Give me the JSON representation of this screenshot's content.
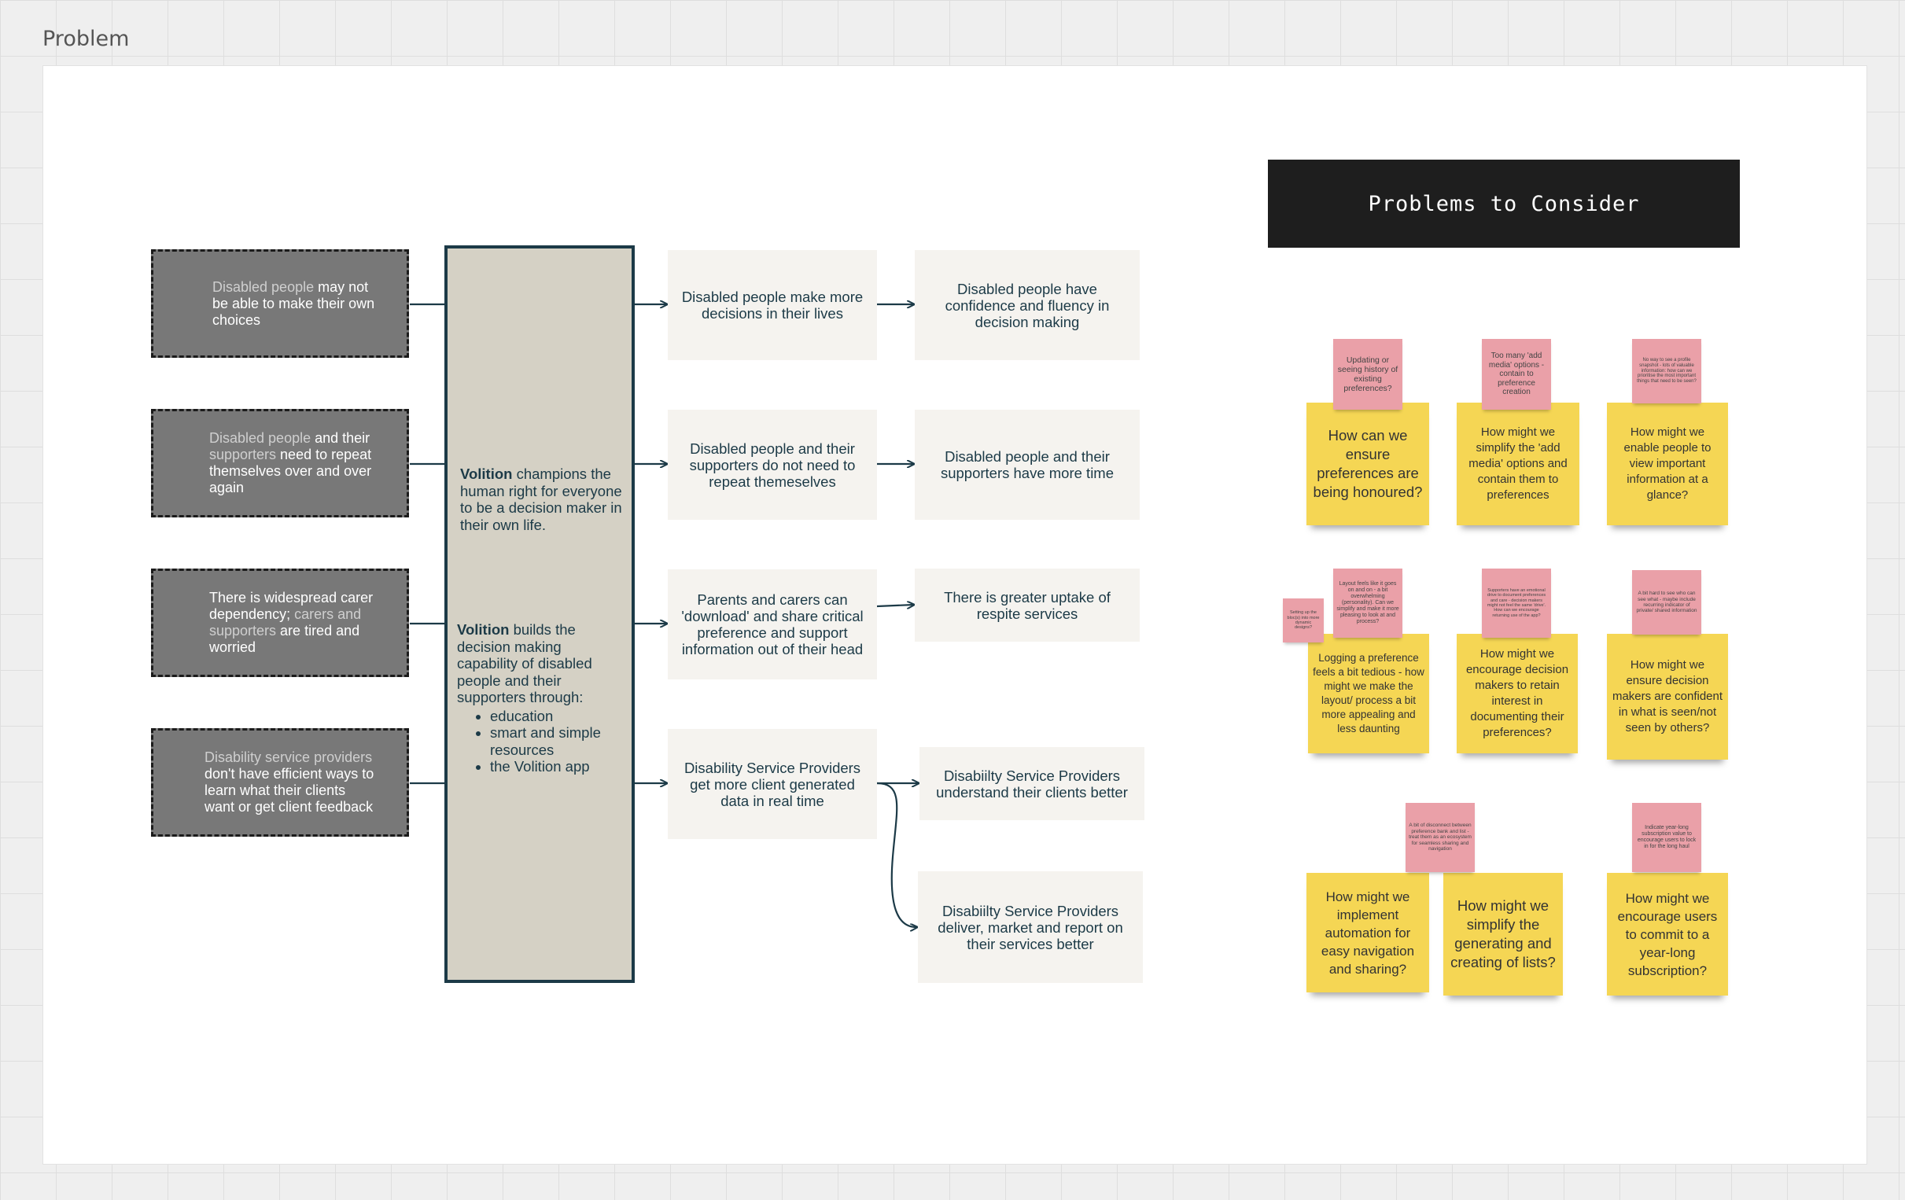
{
  "frame": {
    "label": "Problem"
  },
  "problems": [
    {
      "hl": "Disabled people",
      "rest": " may not be able to make their own choices"
    },
    {
      "hl": "Disabled people",
      "mid": " and their ",
      "hl2": "supporters",
      "rest": " need to repeat themselves over and over again"
    },
    {
      "pre": "There is widespread carer dependency; ",
      "hl": "carers and supporters",
      "rest": " are tired and worried"
    },
    {
      "hl": "Disability",
      "mid": " ",
      "hl2": "service providers",
      "rest": " don't have efficient ways to learn what their clients want or get client feedback"
    }
  ],
  "volition": {
    "p1_brand": "Volition",
    "p1_text": " champions the human right for everyone to be a decision maker in their own life.",
    "p2_brand": "Volition",
    "p2_text": " builds the decision making capability of disabled people and their supporters through:",
    "bullets": [
      "education",
      "smart and simple resources",
      "the Volition app"
    ]
  },
  "outcomes": [
    "Disabled people make more decisions in their lives",
    "Disabled people and their supporters do not need to repeat themeselves",
    "Parents and carers can 'download' and share critical preference and support information out of their head",
    "Disability Service Providers get more client generated data in real time"
  ],
  "impacts": [
    "Disabled people have confidence and fluency in decision making",
    "Disabled people and their supporters have more time",
    "There is greater uptake of respite services",
    "Disabiilty Service Providers understand their clients better",
    "Disabiilty Service Providers deliver, market and report on their services better"
  ],
  "considerations": {
    "title": "Problems to Consider",
    "stickies": [
      "How can we ensure preferences are being honoured?",
      "How might we simplify the 'add media' options and contain them to preferences",
      "How might we enable people to view important information at a glance?",
      "Logging a preference feels a bit tedious - how might we make the layout/ process a bit more appealing and less daunting",
      "How might we encourage decision makers to retain interest in documenting their preferences?",
      "How might we ensure decision makers are confident in what is seen/not seen by others?",
      "How might we implement automation for easy navigation and sharing?",
      "How might we simplify the generating and creating of lists?",
      "How might we encourage users to commit to a year-long subscription?"
    ],
    "notes": [
      "Updating or seeing history of existing preferences?",
      "Too many 'add media' options - contain to preference creation",
      "No way to see a profile snapshot - lots of valuable information: how can we prioritise the most important things that need to be seen?",
      "Layout feels like it goes on and on - a bit overwhelming (personality). Can we simplify and make it more pleasing to look at and process?",
      "Setting up the bloc(s) into more dynamic designs?",
      "Supporters have an emotional drive to document preferences and care - decision makers might not feel the same 'drive'. How can we encourage returning use of the app?",
      "A bit hard to see who can see what - maybe include recurring indicator of private/ shared information",
      "A bit of disconnect between preference bank and list - treat them as an ecosystem for seamless sharing and navigation",
      "Indicate year-long subscription value to encourage users to lock in for the long haul"
    ]
  }
}
